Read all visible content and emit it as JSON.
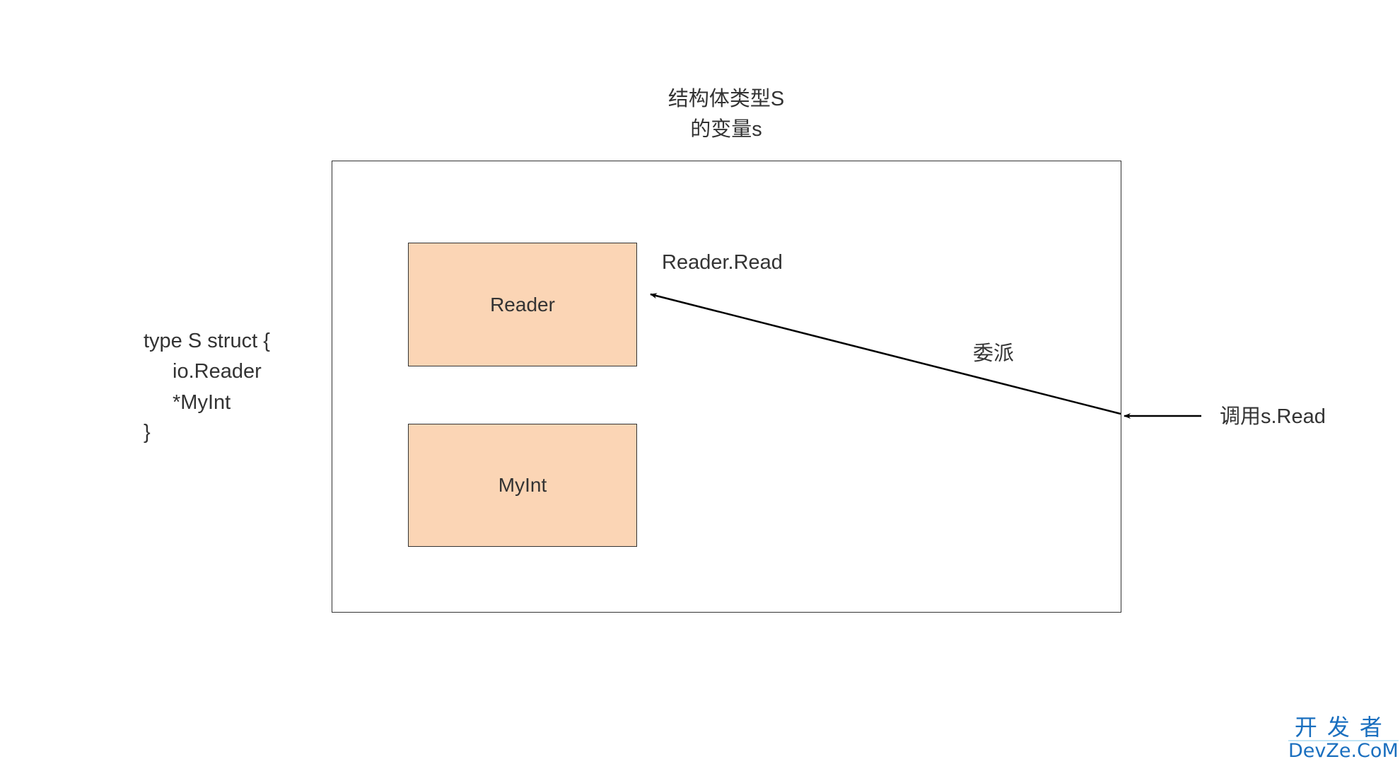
{
  "title": {
    "line1": "结构体类型S",
    "line2": "的变量s"
  },
  "code": {
    "lines": [
      "type S struct {",
      "io.Reader",
      "*MyInt",
      "}"
    ]
  },
  "fields": {
    "reader": "Reader",
    "myint": "MyInt"
  },
  "labels": {
    "method": "Reader.Read",
    "delegate": "委派",
    "call": "调用s.Read"
  },
  "watermark": {
    "cn": "开发者",
    "en": "DevZe.CoM"
  },
  "colors": {
    "field_fill": "#fbd5b5",
    "watermark": "#1a6fbf"
  }
}
